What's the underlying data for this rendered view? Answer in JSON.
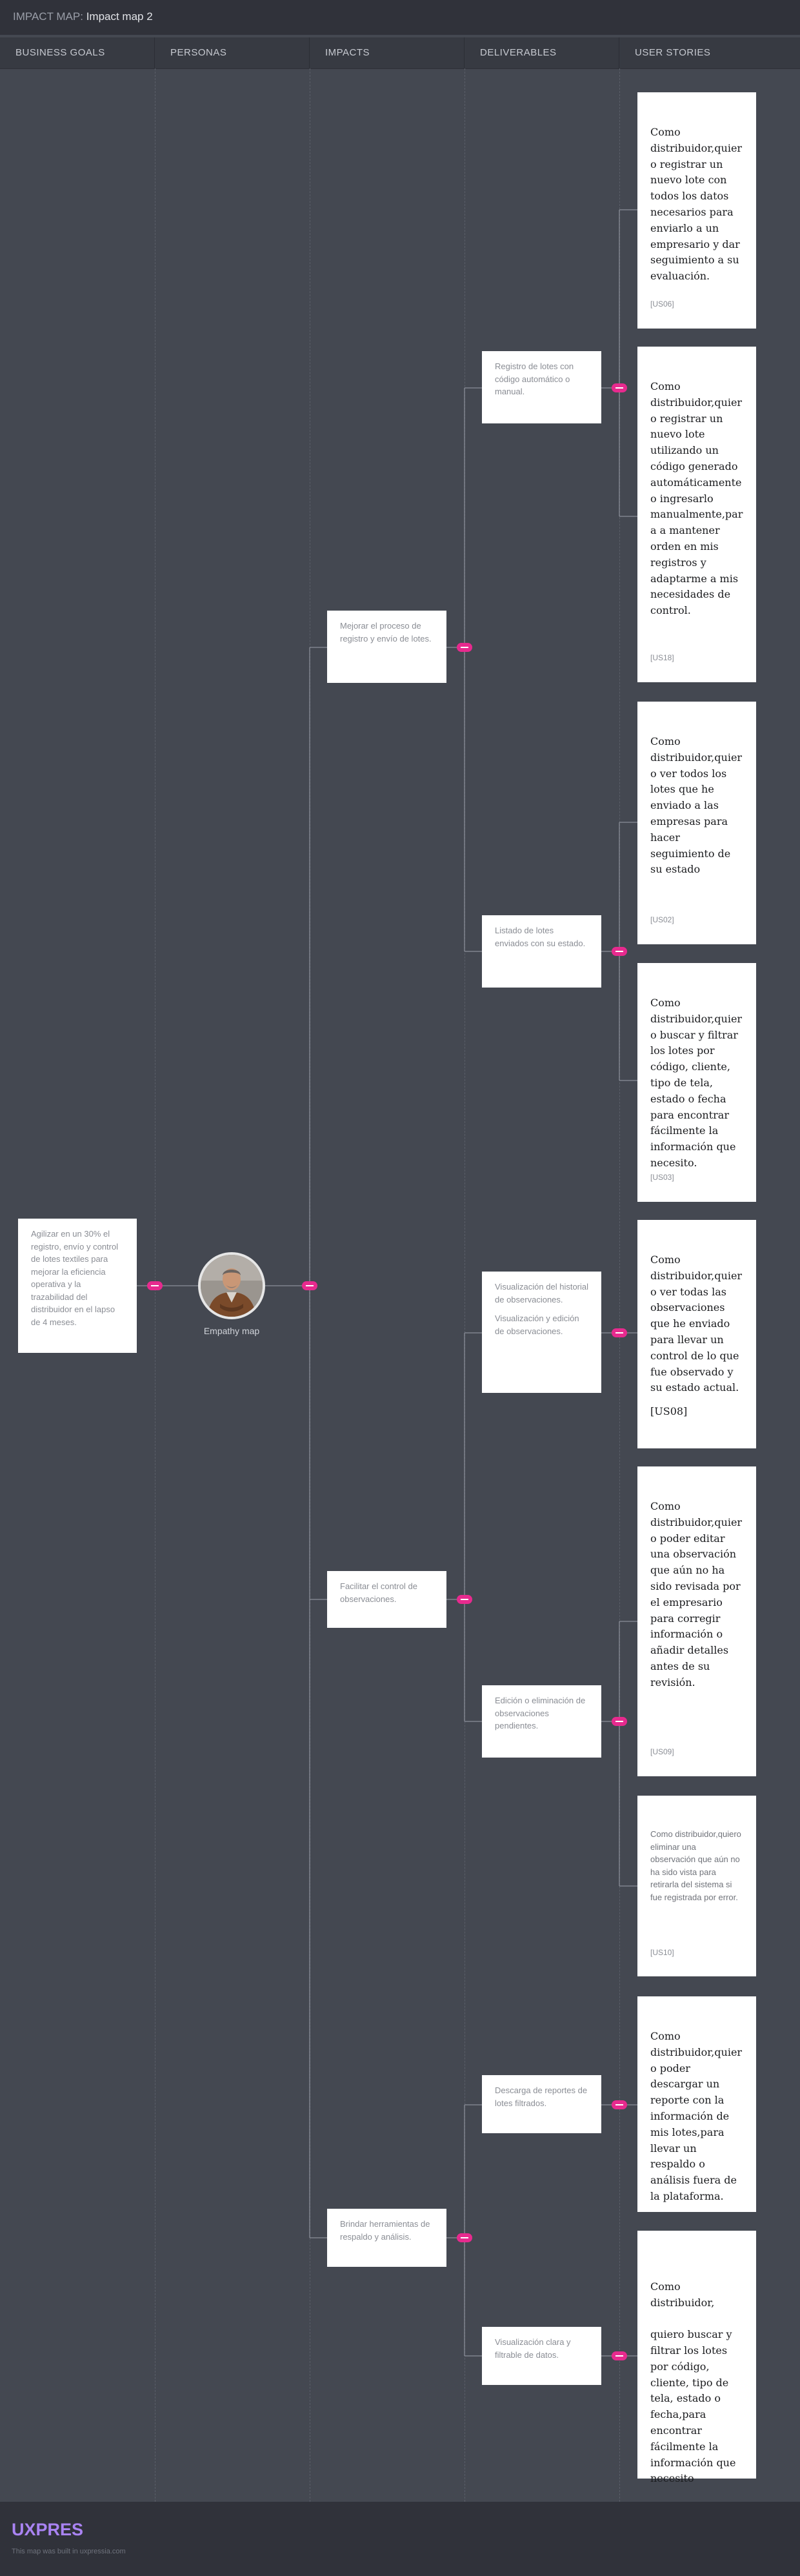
{
  "topbar": {
    "prefix": "IMPACT MAP:",
    "title": "Impact map 2"
  },
  "columns": [
    "BUSINESS GOALS",
    "PERSONAS",
    "IMPACTS",
    "DELIVERABLES",
    "USER STORIES"
  ],
  "goal": "Agilizar en un 30% el registro, envío y control de lotes textiles para mejorar la eficiencia operativa y la trazabilidad del distribuidor en el lapso de 4 meses.",
  "persona": {
    "label": "Empathy map"
  },
  "impacts": [
    "Mejorar el proceso de registro y envío de lotes.",
    "Facilitar el control de observaciones.",
    "Brindar herramientas de respaldo y análisis."
  ],
  "deliverables": [
    {
      "lines": [
        "Registro de lotes con código automático o manual."
      ]
    },
    {
      "lines": [
        "Listado de lotes enviados con su estado."
      ]
    },
    {
      "lines": [
        "Visualización del historial de observaciones.",
        "Visualización y edición de observaciones."
      ]
    },
    {
      "lines": [
        "Edición o eliminación de observaciones pendientes."
      ]
    },
    {
      "lines": [
        "Descarga de reportes de lotes filtrados."
      ]
    },
    {
      "lines": [
        "Visualización clara y filtrable de datos."
      ]
    }
  ],
  "stories": [
    {
      "text": "Como distribuidor,quiero registrar un nuevo lote con todos los datos necesarios para enviarlo a un empresario y dar seguimiento a su evaluación.",
      "code": "[US06]"
    },
    {
      "text": "Como distribuidor,quiero registrar un nuevo lote utilizando un código generado automáticamente o ingresarlo manualmente,para a mantener orden en mis registros y adaptarme a mis necesidades de control.",
      "code": "[US18]"
    },
    {
      "text": "Como distribuidor,quiero ver todos los lotes que he enviado a las empresas para hacer seguimiento de su estado",
      "code": "[US02]"
    },
    {
      "text": "Como distribuidor,quiero buscar y filtrar los lotes por código, cliente, tipo de tela, estado o fecha para encontrar fácilmente la información que necesito.",
      "code": "[US03]"
    },
    {
      "text": "Como distribuidor,quiero ver todas las observaciones que he enviado para llevar un control de lo que fue observado y su estado actual.",
      "code": "[US08]"
    },
    {
      "text": "Como distribuidor,quiero poder editar una observación que aún no ha sido revisada por el empresario para corregir información o añadir detalles antes de su revisión.",
      "code": "[US09]"
    },
    {
      "text": "Como distribuidor,quiero eliminar una observación que aún no ha sido vista para retirarla del sistema si fue registrada por error.",
      "code": "[US10]"
    },
    {
      "text": "Como distribuidor,quiero poder descargar un reporte con la información de mis lotes,para llevar un respaldo o análisis fuera de la plataforma.",
      "code": ""
    },
    {
      "text": "Como distribuidor,\n\nquiero buscar y filtrar los lotes por código, cliente, tipo de tela, estado o fecha,para encontrar fácilmente la información que necesito",
      "code": ""
    }
  ],
  "footer": {
    "brand": "UXPRESSIA",
    "note": "This map was built in uxpressia.com"
  },
  "colors": {
    "accent": "#e72a8e",
    "brand": "#a983f2",
    "background": "#444851"
  }
}
